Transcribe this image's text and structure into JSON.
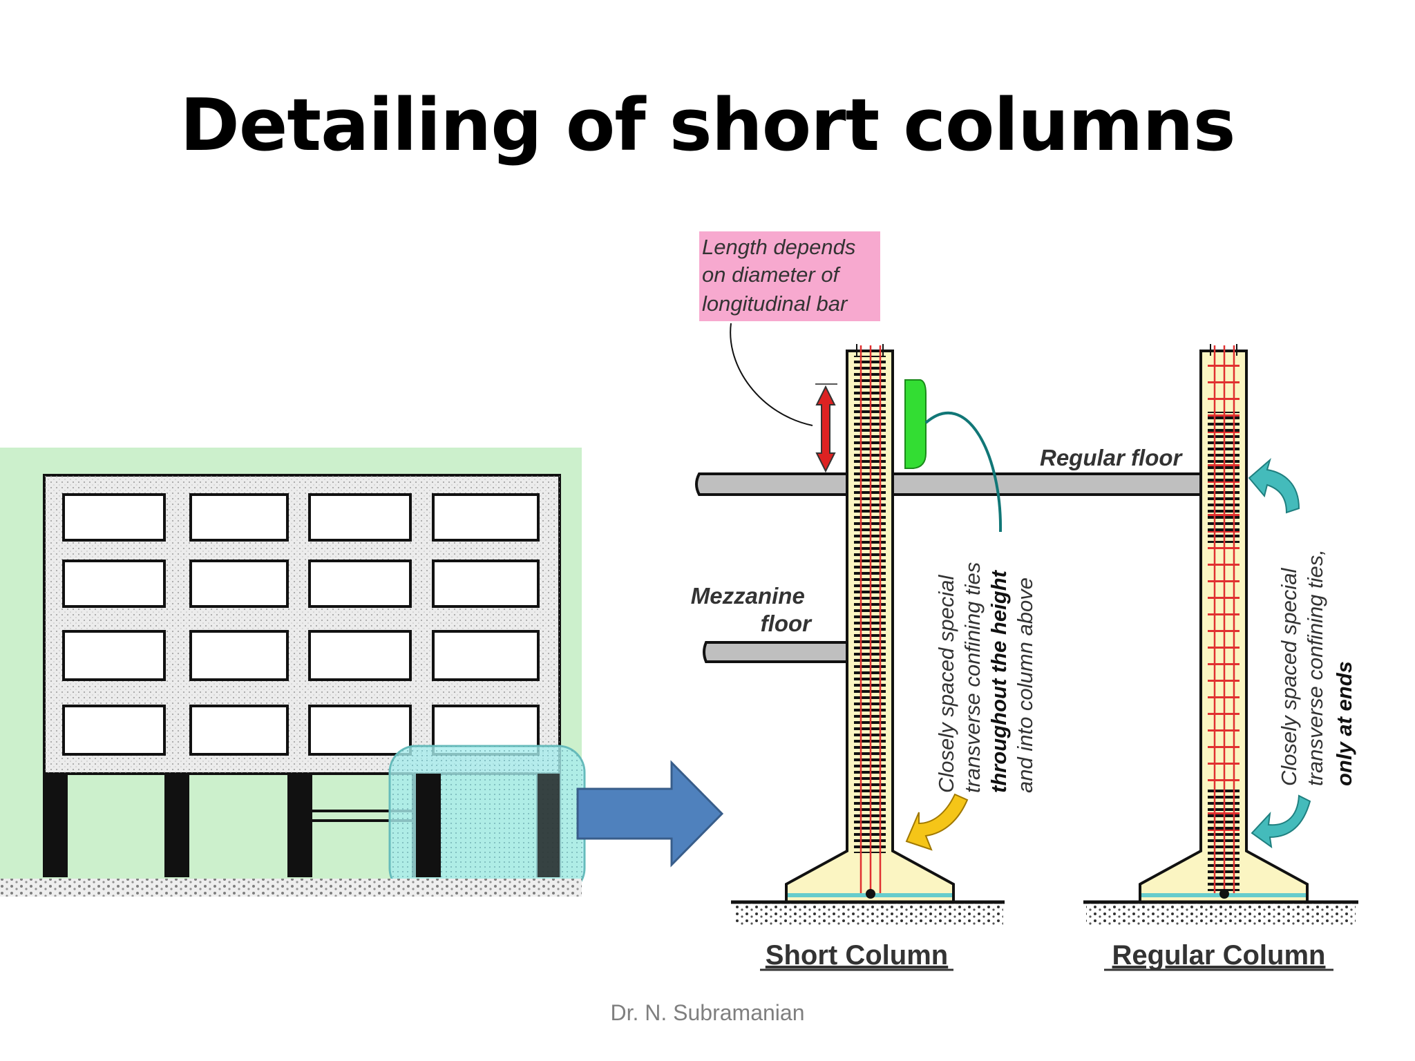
{
  "slide": {
    "title": "Detailing of short columns",
    "footer": "Dr. N. Subramanian"
  },
  "diagram": {
    "callout_box": [
      "Length depends",
      "on diameter of",
      "longitudinal bar"
    ],
    "regular_floor_label": "Regular floor",
    "mezzanine_label": [
      "Mezzanine",
      "floor"
    ],
    "short_column_note": {
      "line1": "Closely spaced special",
      "line2": "transverse confining ties",
      "line3": "throughout the height",
      "line4": "and into column above"
    },
    "regular_column_note": {
      "line1": "Closely spaced special",
      "line2": "transverse confining ties,",
      "line3": "only at ends"
    },
    "short_column_caption": "Short Column",
    "regular_column_caption": "Regular Column"
  },
  "colors": {
    "background": "#ffffff",
    "building_bg": "#ccf0cc",
    "highlight": "#a8ecec",
    "callout_pink": "#f7a9cf",
    "arrow_blue": "#4f81bd",
    "footing_yellow": "#fbf5c2",
    "bracket_green": "#33dd33",
    "curved_arrow_teal": "#44bbbb",
    "curved_arrow_yellow": "#f5c518",
    "dimension_red": "#dd2222"
  }
}
